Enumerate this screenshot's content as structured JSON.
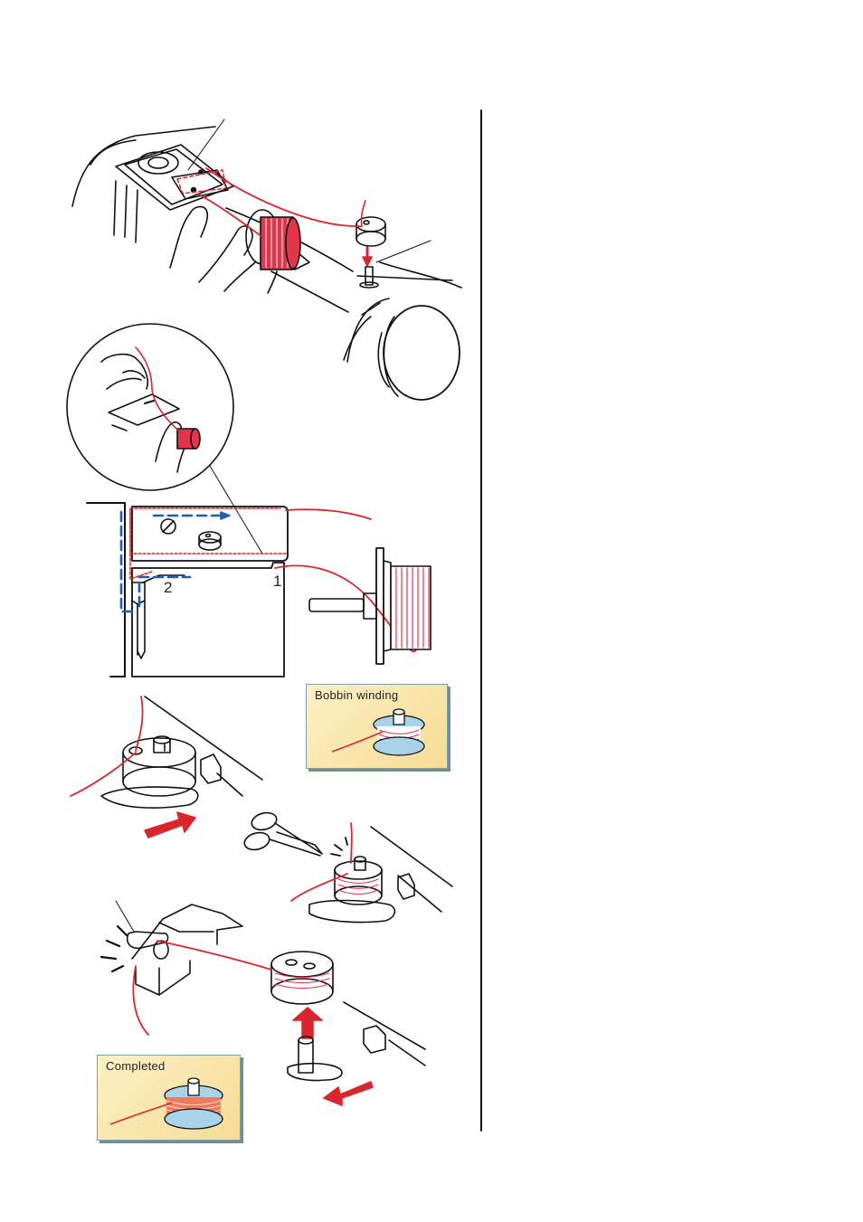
{
  "labels": {
    "guide_1": "1",
    "guide_2": "2"
  },
  "boxes": {
    "bobbin_winding": "Bobbin winding",
    "completed": "Completed"
  },
  "colors": {
    "thread": "#d9262c",
    "guide_path": "#1f5fb0",
    "box_fill": "#f8e2a2",
    "bobbin_blue": "#a9d3e8",
    "line": "#111111"
  }
}
